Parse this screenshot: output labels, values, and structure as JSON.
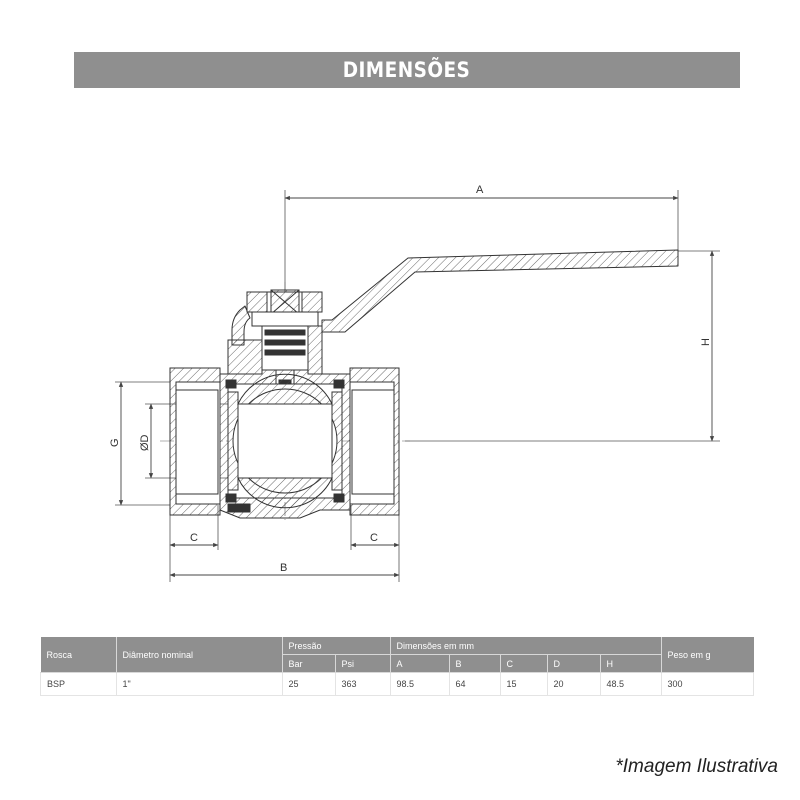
{
  "header": {
    "title": "DIMENSÕES"
  },
  "drawing": {
    "labels": {
      "a": "A",
      "b": "B",
      "c_left": "C",
      "c_right": "C",
      "g": "G",
      "d": "ØD",
      "h": "H"
    }
  },
  "table": {
    "headers": {
      "rosca": "Rosca",
      "diametro": "Diâmetro nominal",
      "pressao": "Pressão",
      "bar": "Bar",
      "psi": "Psi",
      "dimensoes": "Dimensões em mm",
      "a": "A",
      "b": "B",
      "c": "C",
      "d": "D",
      "h": "H",
      "peso": "Peso em g"
    },
    "row": {
      "rosca": "BSP",
      "diametro": "1\"",
      "bar": "25",
      "psi": "363",
      "a": "98.5",
      "b": "64",
      "c": "15",
      "d": "20",
      "h": "48.5",
      "peso": "300"
    }
  },
  "footnote": "*Imagem Ilustrativa"
}
